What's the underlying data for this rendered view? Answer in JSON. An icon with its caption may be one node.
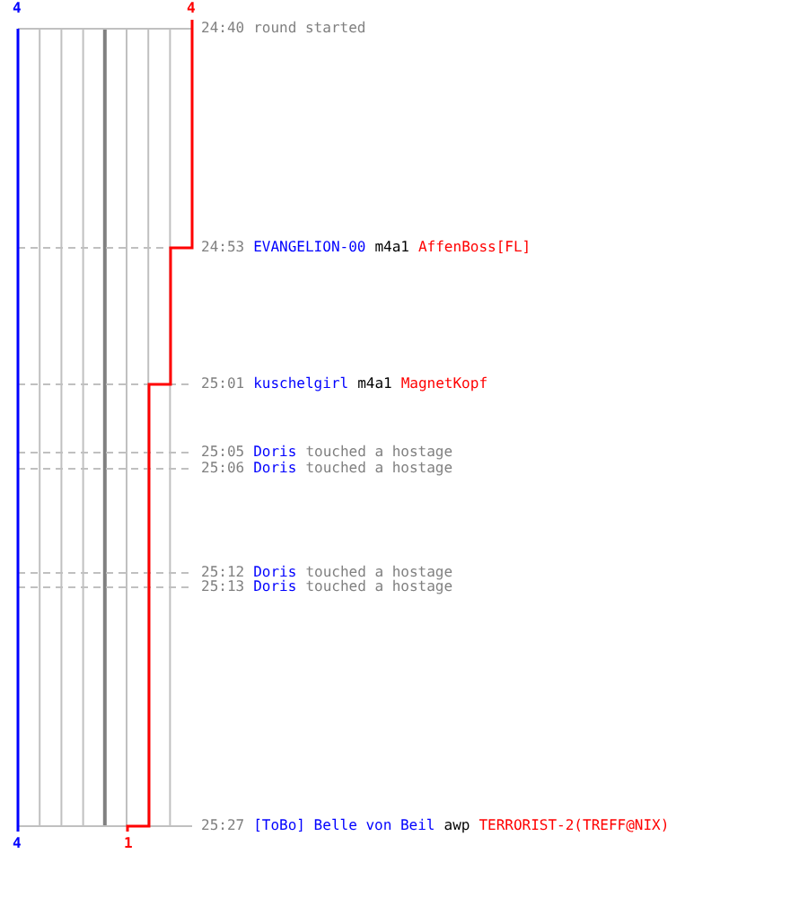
{
  "diagram": {
    "labels": [
      "4",
      "4",
      "24:40",
      "round started",
      "24:53",
      "EVANGELION-00",
      "m4a1",
      "AffenBoss[FL]",
      "25:01",
      "kuschelgirl",
      "m4a1",
      "MagnetKopf",
      "25:05",
      "Doris",
      "touched a hostage",
      "25:06",
      "Doris",
      "touched a hostage",
      "25:12",
      "Doris",
      "touched a hostage",
      "25:13",
      "Doris",
      "touched a hostage",
      "25:27",
      "[ToBo] Belle von Beil",
      "awp",
      "TERRORIST-2(TREFF@NIX)",
      "4",
      "1"
    ]
  }
}
